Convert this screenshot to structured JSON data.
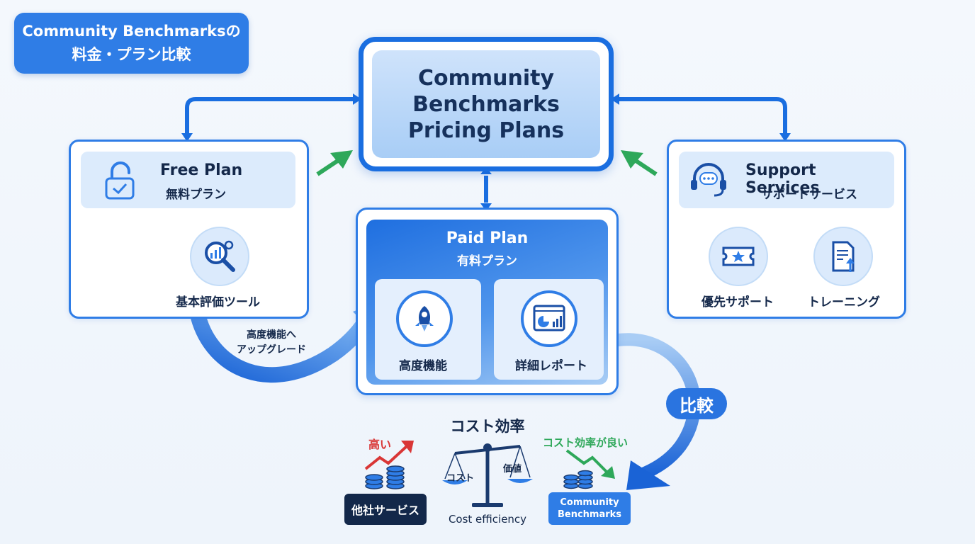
{
  "header": {
    "line1": "Community Benchmarksの",
    "line2": "料金・プラン比較"
  },
  "main": {
    "line1": "Community",
    "line2": "Benchmarks",
    "line3": "Pricing Plans"
  },
  "free_plan": {
    "title": "Free Plan",
    "subtitle": "無料プラン",
    "feature": "基本評価ツール"
  },
  "paid_plan": {
    "title": "Paid Plan",
    "subtitle": "有料プラン",
    "feature1": "高度機能",
    "feature2": "詳細レポート"
  },
  "support": {
    "title": "Support Services",
    "subtitle": "サポートサービス",
    "item1": "優先サポート",
    "item2": "トレーニング"
  },
  "upgrade": {
    "line1": "高度機能へ",
    "line2": "アップグレード"
  },
  "compare": {
    "label": "比較"
  },
  "cost_efficiency": {
    "title": "コスト効率",
    "caption": "Cost efficiency",
    "left_pan": "コスト",
    "right_pan": "価値",
    "others": {
      "trend_label": "高い",
      "name": "他社サービス"
    },
    "ours": {
      "trend_label": "コスト効率が良い",
      "line1": "Community",
      "line2": "Benchmarks"
    }
  },
  "colors": {
    "primary": "#2f7de6",
    "dark": "#13284a",
    "green": "#2ea85a",
    "red": "#d93636"
  },
  "icons": [
    "unlock-icon",
    "magnifier-chart-icon",
    "rocket-icon",
    "report-chart-icon",
    "headset-icon",
    "ticket-star-icon",
    "document-upload-icon",
    "balance-scale-icon",
    "coins-icon",
    "trend-up-icon",
    "trend-down-icon"
  ]
}
